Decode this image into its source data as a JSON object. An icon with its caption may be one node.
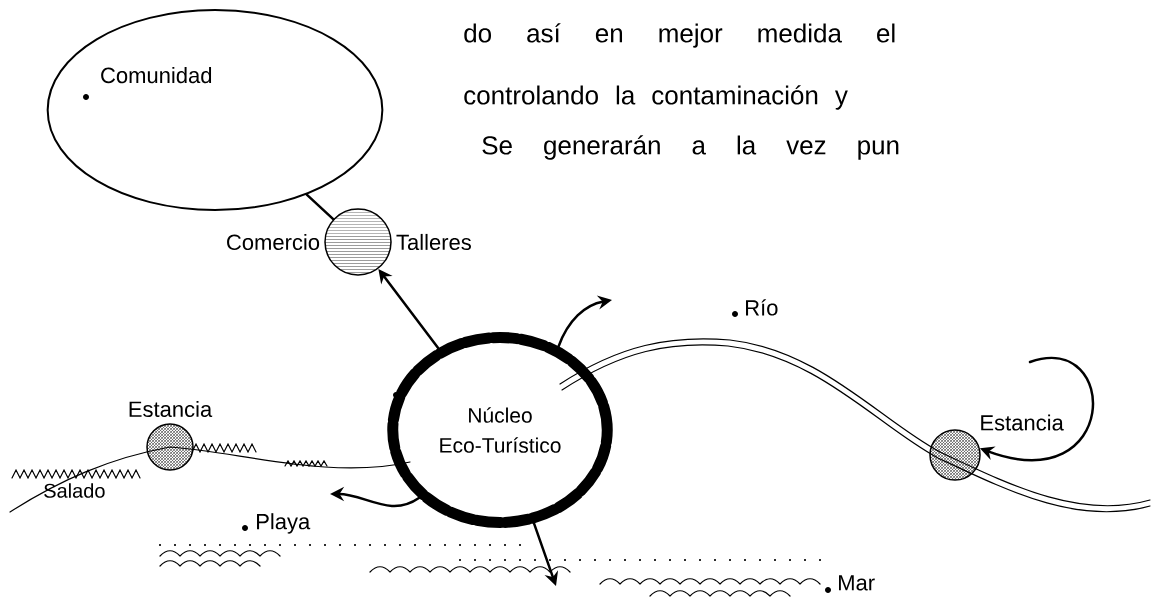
{
  "diagram": {
    "nodes": [
      {
        "text": [
          "Comunidad"
        ]
      },
      {
        "text": [],
        "shape": "circle",
        "beside": [
          "Comercio",
          "Talleres"
        ]
      },
      {
        "text": [
          "Núcleo Eco-Turístico"
        ]
      },
      {
        "text": [
          "Estancia"
        ]
      },
      {
        "text": [
          "Estancia"
        ]
      }
    ],
    "edges": [
      {
        "from": 0,
        "to": 1,
        "arrow": "none"
      },
      {
        "from": 2,
        "to": 1,
        "arrow": "to"
      },
      {
        "from": 2,
        "to": null,
        "arrow": "to"
      },
      {
        "from": 2,
        "to": null,
        "arrow": "to"
      },
      {
        "from": 2,
        "to": null,
        "arrow": "to"
      },
      {
        "from": null,
        "to": 4,
        "arrow": "to"
      }
    ],
    "labels": [
      "do así en mejor medida el",
      "controlando la contaminación y",
      "Se generarán a la vez pun",
      "Río",
      "Salado",
      "Playa",
      "Mar"
    ]
  }
}
